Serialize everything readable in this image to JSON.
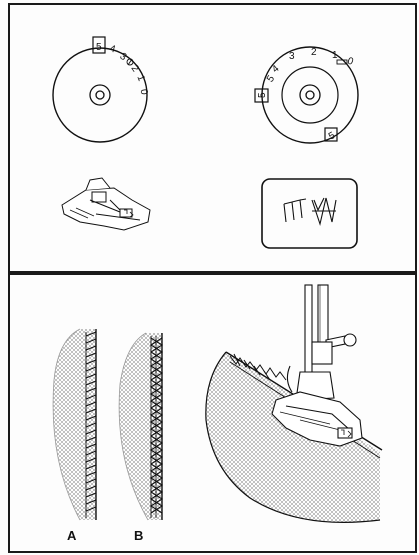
{
  "stitch_length_dial": {
    "boxed_value": "5",
    "numbers": [
      "4",
      "3",
      "2",
      "1",
      "0"
    ]
  },
  "stitch_width_dial": {
    "numbers": [
      "5",
      "4",
      "3",
      "2",
      "1",
      "0"
    ],
    "boxed_values": [
      "5",
      "5"
    ]
  },
  "pattern_window": {
    "patterns": [
      "straight-zigzag-pattern-icon",
      "triple-zigzag-pattern-icon"
    ]
  },
  "samples": {
    "a_label": "A",
    "b_label": "B"
  }
}
